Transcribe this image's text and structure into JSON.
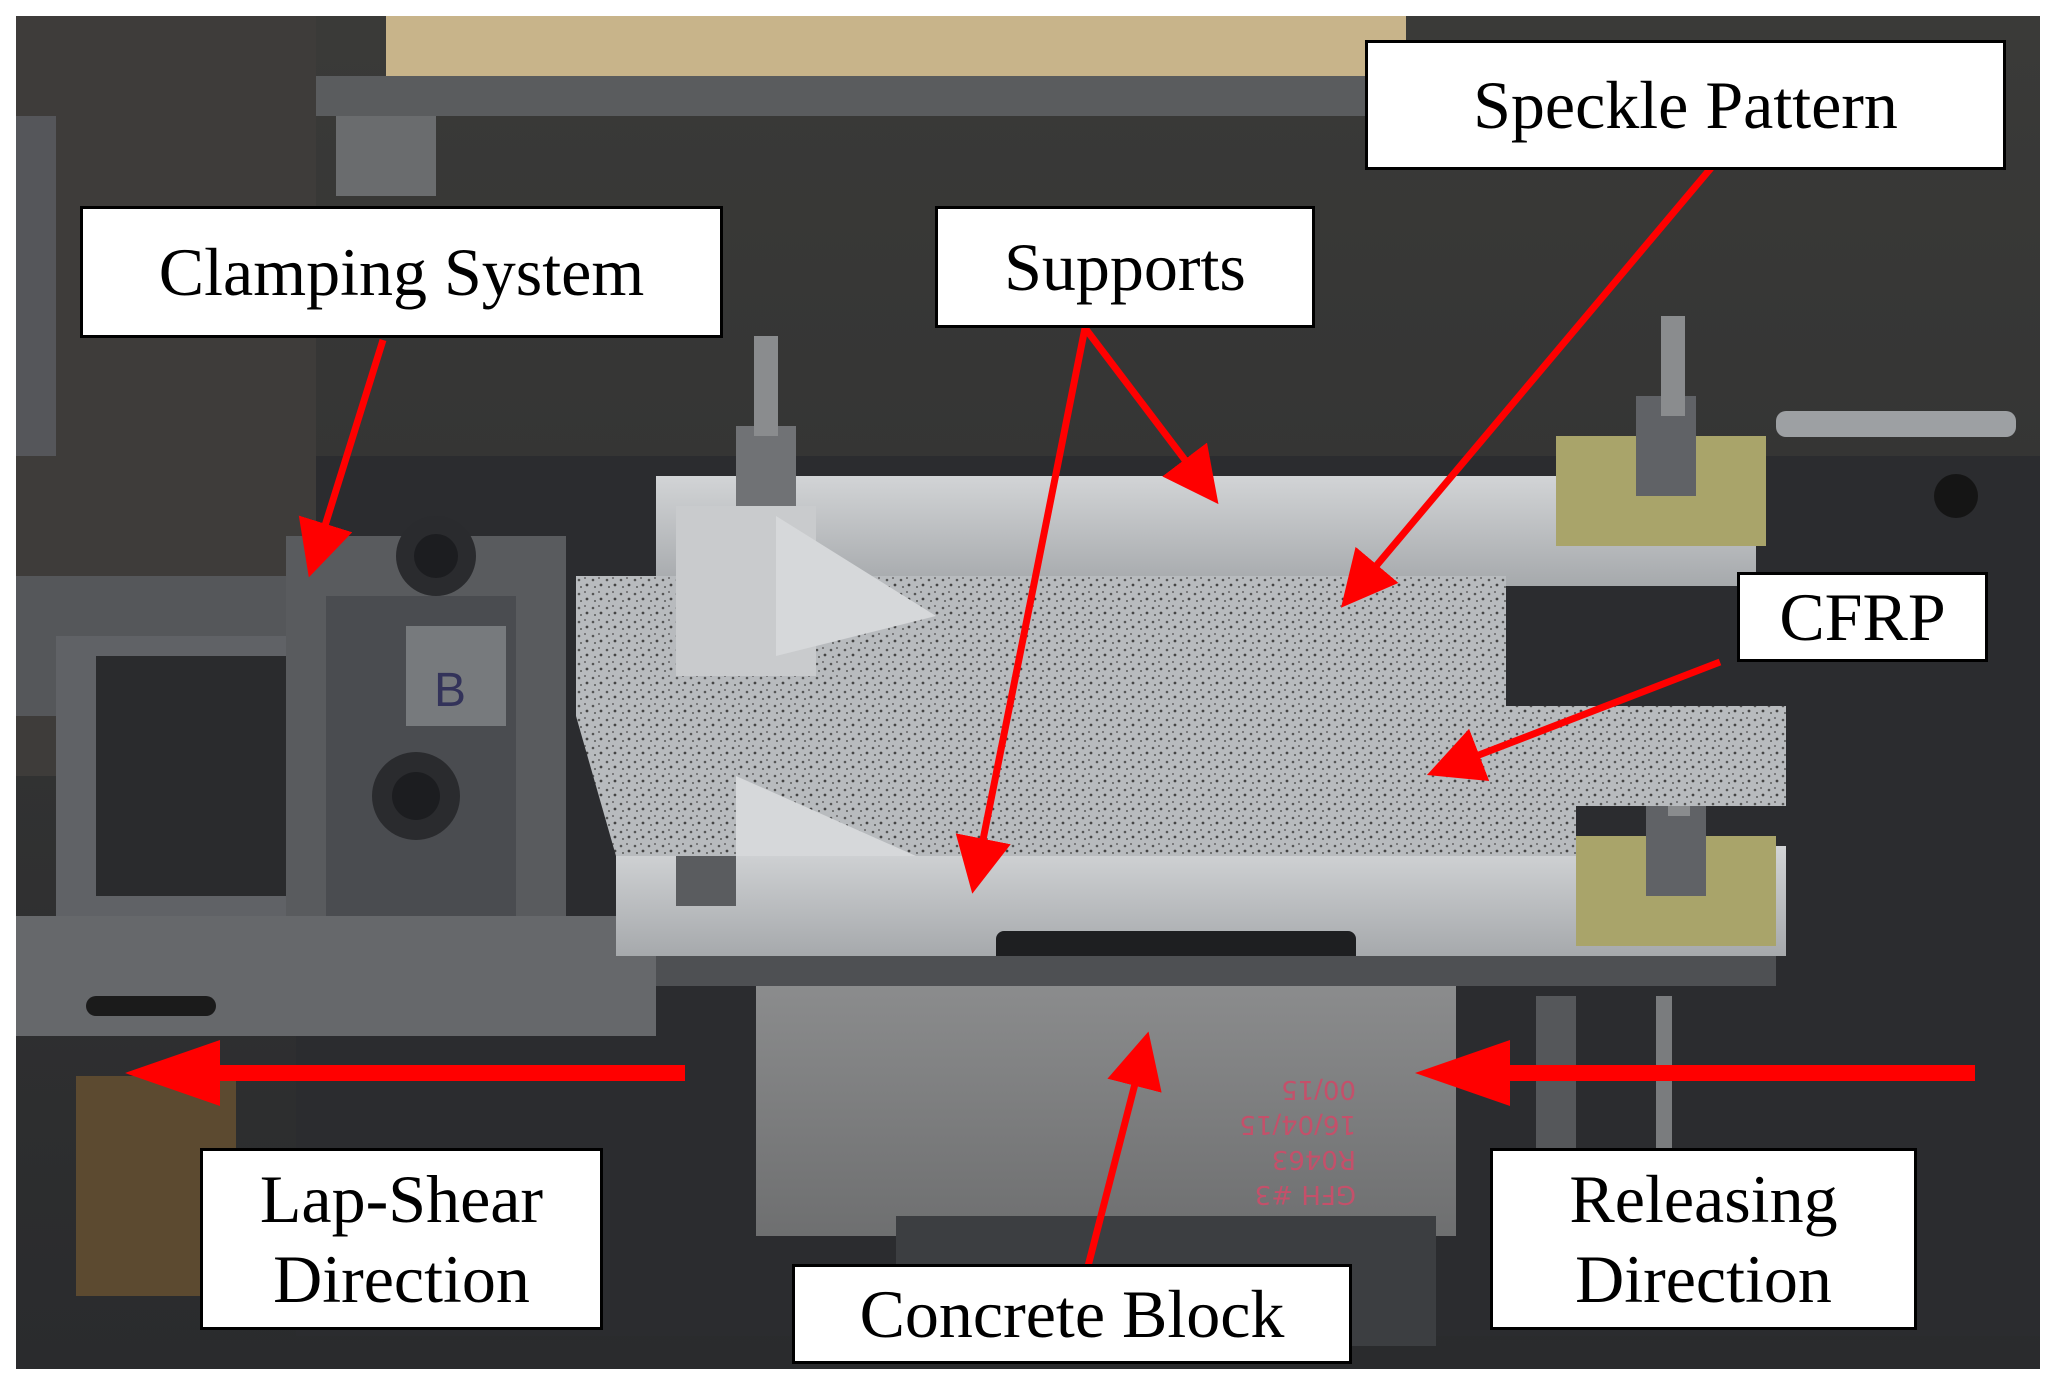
{
  "photo_description_colors": {
    "background_dark": "#2f3032",
    "aluminum": "#b9bcbe",
    "steel_dark": "#45474a",
    "arrow": "#ff0000",
    "washer_yellow": "#a9a46a"
  },
  "labels": {
    "speckle_pattern": "Speckle Pattern",
    "clamping_system": "Clamping System",
    "supports": "Supports",
    "cfrp": "CFRP",
    "lap_shear_line1": "Lap-Shear",
    "lap_shear_line2": "Direction",
    "concrete_block": "Concrete Block",
    "releasing_line1": "Releasing",
    "releasing_line2": "Direction"
  },
  "handwriting": {
    "letter_b": "B",
    "block_marks_1": "GFH #3",
    "block_marks_2": "R0463",
    "block_marks_3": "16/04/15",
    "block_marks_4": "00/15"
  }
}
